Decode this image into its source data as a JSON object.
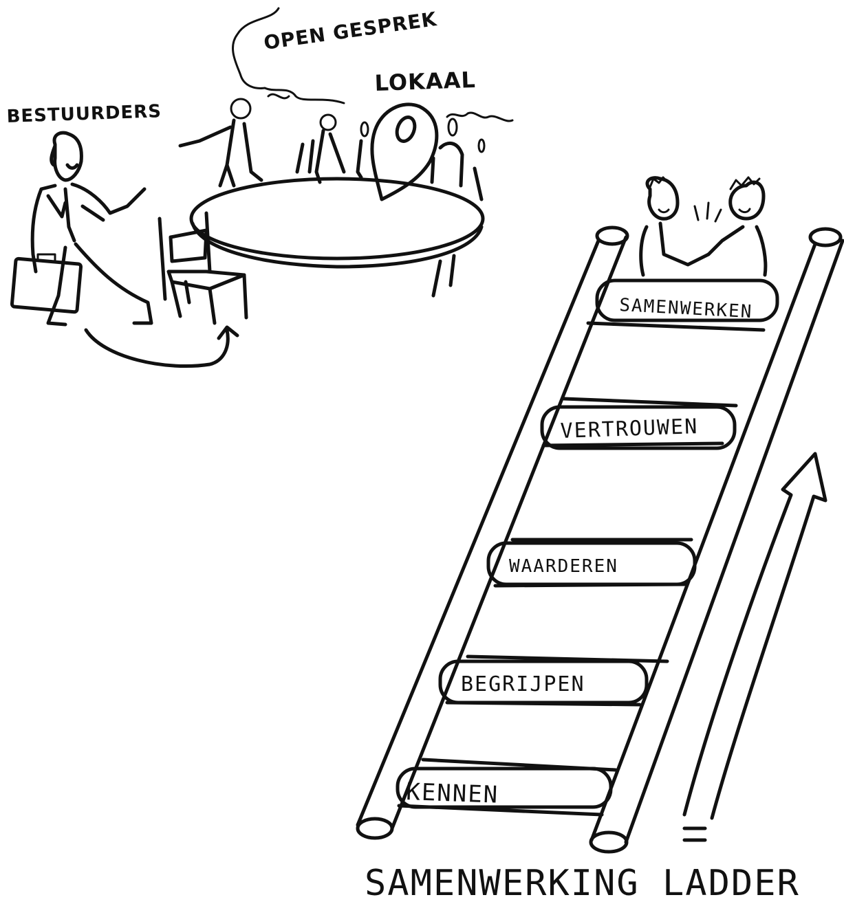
{
  "labels": {
    "bestuurders": "BESTUURDERS",
    "open_gesprek": "OPEN GESPREK",
    "lokaal": "LOKAAL",
    "title": "SAMENWERKING LADDER"
  },
  "ladder_steps": [
    "KENNEN",
    "BEGRIJPEN",
    "WAARDEREN",
    "VERTROUWEN",
    "SAMENWERKEN"
  ]
}
